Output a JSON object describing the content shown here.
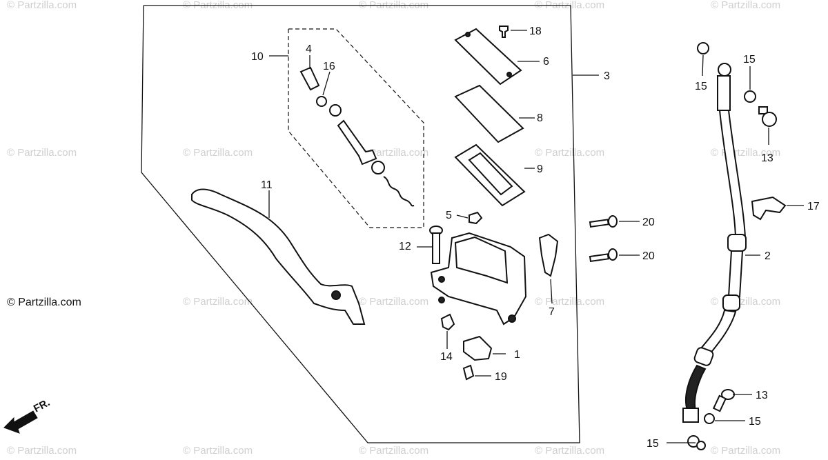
{
  "watermark_text": "© Partzilla.com",
  "copyright": "© Partzilla.com",
  "direction_label": "FR.",
  "callouts": [
    "1",
    "2",
    "3",
    "4",
    "5",
    "6",
    "7",
    "8",
    "9",
    "10",
    "11",
    "12",
    "13",
    "13",
    "14",
    "15",
    "15",
    "15",
    "15",
    "16",
    "17",
    "18",
    "19",
    "20",
    "20"
  ]
}
